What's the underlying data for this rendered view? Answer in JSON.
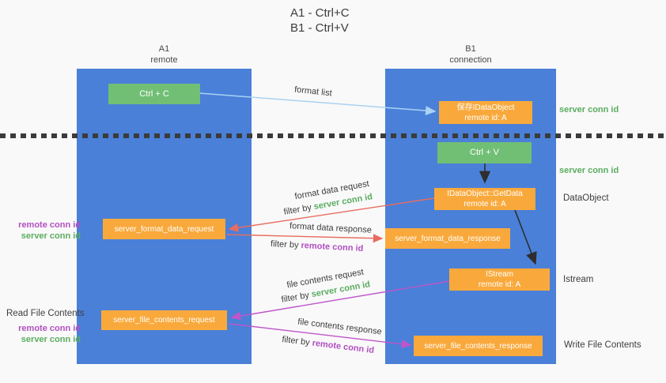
{
  "title": {
    "line1": "A1 - Ctrl+C",
    "line2": "B1 - Ctrl+V"
  },
  "lanes": {
    "left": {
      "name": "A1",
      "sub": "remote"
    },
    "right": {
      "name": "B1",
      "sub": "connection"
    }
  },
  "boxes": {
    "ctrl_c": "Ctrl + C",
    "ctrl_v": "Ctrl + V",
    "save_dataobject": {
      "line1": "保存IDataObject",
      "line2": "remote id: A"
    },
    "getdata": {
      "line1": "IDataObject::GetData",
      "line2": "remote id: A"
    },
    "istream": {
      "line1": "IStream",
      "line2": "remote id: A"
    },
    "format_request": "server_format_data_request",
    "format_response": "server_format_data_response",
    "file_request": "server_file_contents_request",
    "file_response": "server_file_contents_response"
  },
  "arrow_labels": {
    "format_list": "format list",
    "format_data_request": "format data request",
    "format_data_response": "format data response",
    "file_contents_request": "file contents request",
    "file_contents_response": "file contents response",
    "filter_by": "filter by",
    "server_conn_id": "server conn id",
    "remote_conn_id": "remote conn id"
  },
  "side_labels": {
    "server_conn_id_top": "server conn id",
    "server_conn_id_mid": "server conn id",
    "dataobject": "DataObject",
    "istream": "Istream",
    "write_file_contents": "Write File Contents",
    "read_file_contents": "Read File Contents",
    "remote_conn_id": "remote conn id",
    "server_conn_id": "server conn id"
  },
  "colors": {
    "lane_blue": "#4a80d8",
    "box_green": "#71bf75",
    "box_orange": "#f9a93c",
    "arrow_red": "#e96c5f",
    "arrow_magenta": "#bf55cb",
    "arrow_lightblue": "#a9d2f3",
    "arrow_black": "#2e2e2e",
    "label_green": "#5aad5f",
    "label_purple": "#b14fc1"
  }
}
